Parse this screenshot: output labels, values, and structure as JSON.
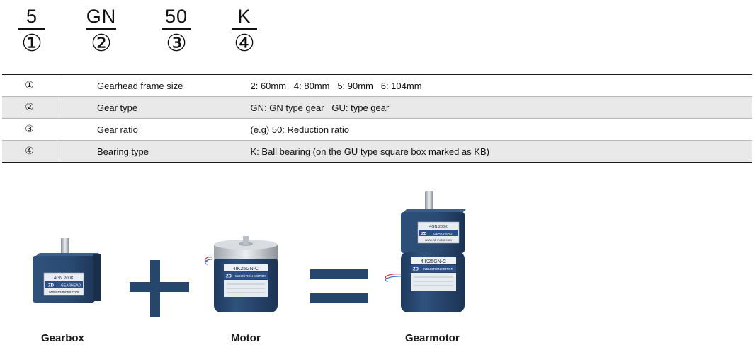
{
  "model_code": [
    {
      "part": "5",
      "num": "①"
    },
    {
      "part": "GN",
      "num": "②"
    },
    {
      "part": "50",
      "num": "③"
    },
    {
      "part": "K",
      "num": "④"
    }
  ],
  "spec_rows": [
    {
      "index": "①",
      "name": "Gearhead frame size",
      "desc": "2: 60mm   4: 80mm   5: 90mm   6: 104mm"
    },
    {
      "index": "②",
      "name": "Gear type",
      "desc": "GN: GN type gear   GU: type gear"
    },
    {
      "index": "③",
      "name": "Gear ratio",
      "desc": "(e.g) 50: Reduction ratio"
    },
    {
      "index": "④",
      "name": "Bearing type",
      "desc": "K: Ball bearing (on the GU type square box marked as KB)"
    }
  ],
  "products": {
    "gearbox": {
      "caption": "Gearbox",
      "label_model": "4GN   200K",
      "label_brand": "ZD",
      "label_type": "GEARHEAD",
      "label_url": "www.zd-motor.com"
    },
    "motor": {
      "caption": "Motor",
      "label_model": "4IK25GN-C",
      "label_brand": "ZD",
      "label_type": "INDUCTION MOTOR"
    },
    "gearmotor": {
      "caption": "Gearmotor",
      "head_model": "4GN   200K",
      "head_brand": "ZD",
      "head_type": "GEAR HEAD",
      "head_url": "www.zd-motor.com",
      "label_model": "4IK25GN-C",
      "label_brand": "ZD",
      "label_type": "INDUCTION MOTOR"
    }
  },
  "colors": {
    "motor_blue": "#27466b",
    "operator_blue": "#27466b"
  }
}
